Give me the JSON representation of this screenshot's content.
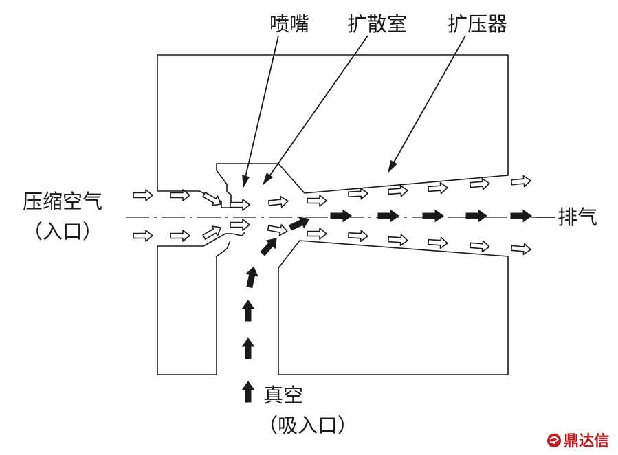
{
  "labels": {
    "nozzle": "喷嘴",
    "diffusion_chamber": "扩散室",
    "diffuser": "扩压器",
    "compressed_air_line1": "压缩空气",
    "compressed_air_line2": "（入口）",
    "exhaust": "排气",
    "vacuum_line1": "真空",
    "vacuum_line2": "（吸入口）"
  },
  "brand": {
    "name": "鼎达信",
    "color": "#c8161d"
  },
  "icons": {
    "brand_logo": "swirl-logo-icon",
    "air_flow": "hollow-arrow-icon",
    "vacuum_flow": "solid-arrow-icon"
  }
}
